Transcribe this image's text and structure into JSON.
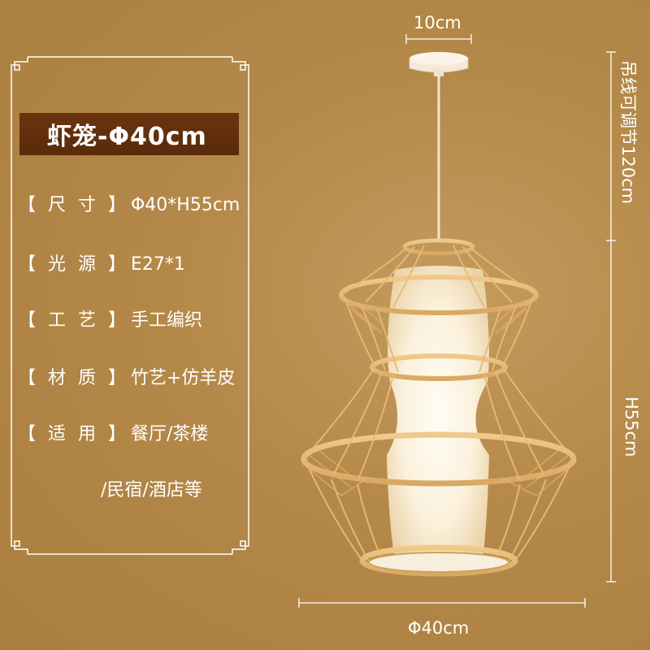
{
  "title": "虾笼-Φ40cm",
  "specs": [
    {
      "label": "【 尺  寸 】",
      "value": "Φ40*H55cm"
    },
    {
      "label": "【 光  源 】",
      "value": "E27*1"
    },
    {
      "label": "【 工  艺 】",
      "value": "手工编织"
    },
    {
      "label": "【 材  质 】",
      "value": "竹艺+仿羊皮"
    },
    {
      "label": "【 适  用 】",
      "value": "餐厅/茶楼"
    }
  ],
  "spec_continuation": "/民宿/酒店等",
  "dimensions": {
    "canopy_width": "10cm",
    "cord_length": "吊线可调节120cm",
    "height": "H55cm",
    "diameter": "Φ40cm"
  },
  "colors": {
    "background": "#b48848",
    "title_bar": "#5a2a0a",
    "text": "#ffffff"
  }
}
